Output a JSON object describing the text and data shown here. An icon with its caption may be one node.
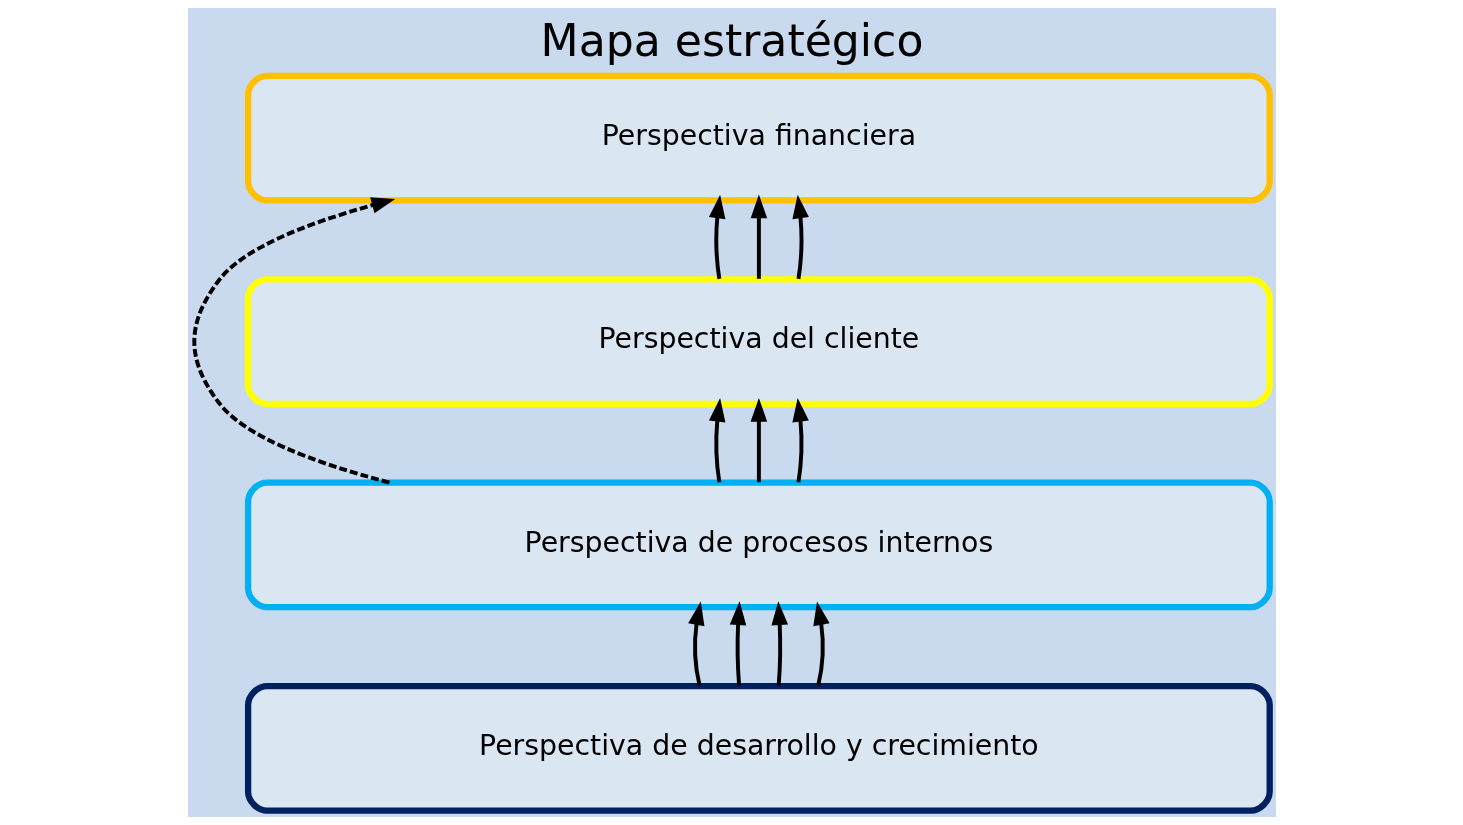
{
  "diagram": {
    "title": "Mapa estratégico",
    "nodes": [
      {
        "text": [
          "Perspectiva financiera"
        ]
      },
      {
        "text": [
          "Perspectiva del cliente"
        ]
      },
      {
        "text": [
          "Perspectiva de procesos internos"
        ]
      },
      {
        "text": [
          "Perspectiva de desarrollo y crecimiento"
        ]
      }
    ],
    "edges": [
      {
        "from": 3,
        "to": 2,
        "arrow": "to"
      },
      {
        "from": 3,
        "to": 2,
        "arrow": "to"
      },
      {
        "from": 3,
        "to": 2,
        "arrow": "to"
      },
      {
        "from": 3,
        "to": 2,
        "arrow": "to"
      },
      {
        "from": 2,
        "to": 1,
        "arrow": "to"
      },
      {
        "from": 2,
        "to": 1,
        "arrow": "to"
      },
      {
        "from": 2,
        "to": 1,
        "arrow": "to"
      },
      {
        "from": 1,
        "to": 0,
        "arrow": "to"
      },
      {
        "from": 1,
        "to": 0,
        "arrow": "to"
      },
      {
        "from": 1,
        "to": 0,
        "arrow": "to"
      },
      {
        "from": 2,
        "to": 0,
        "arrow": "to",
        "style": "dashed"
      }
    ]
  }
}
